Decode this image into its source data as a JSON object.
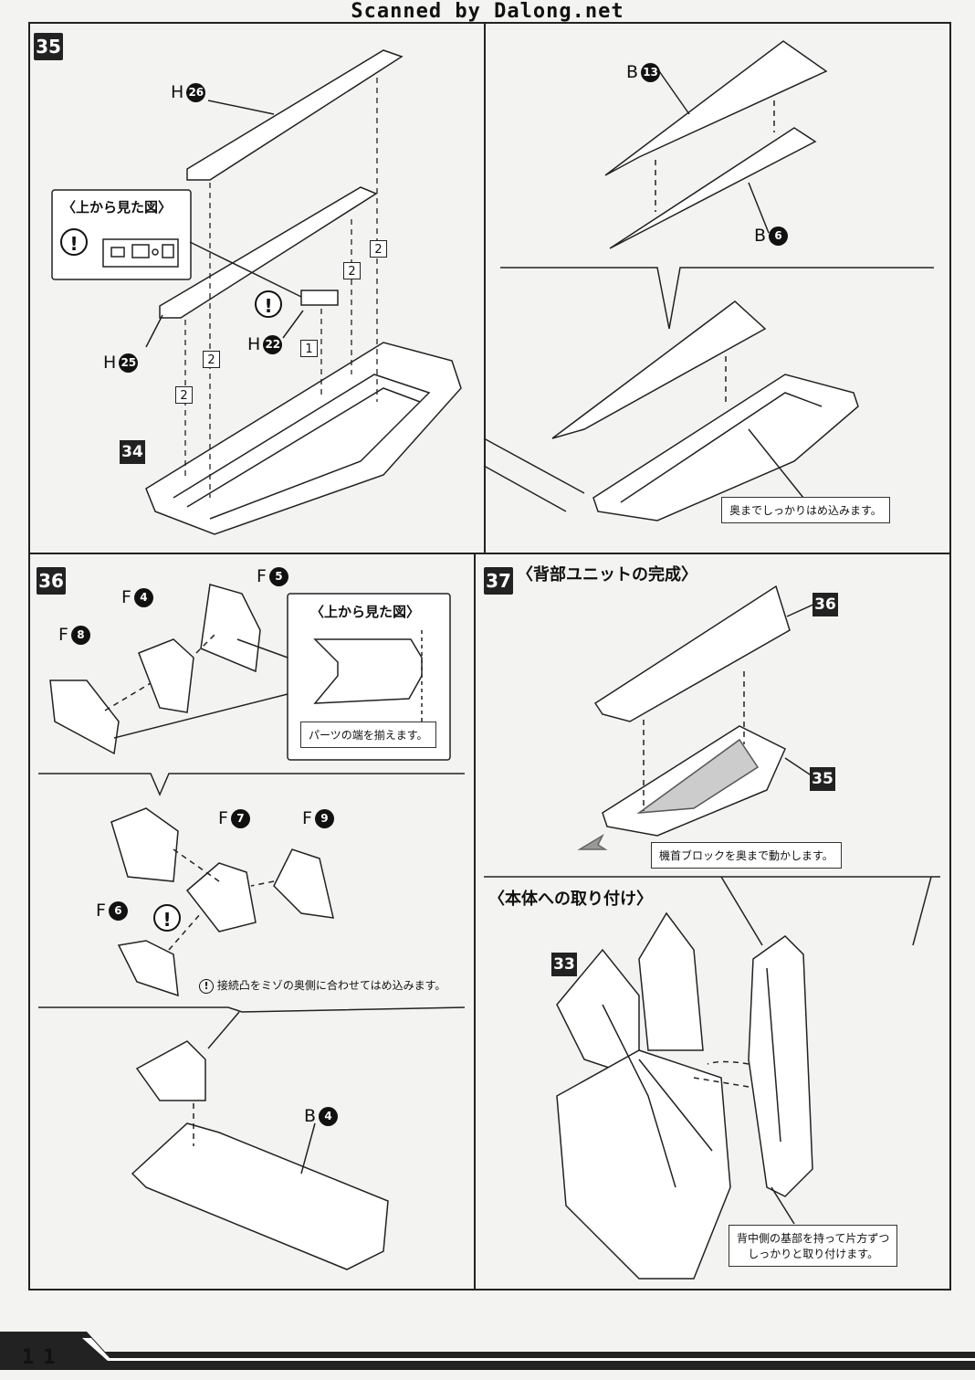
{
  "banner": "Scanned by Dalong.net",
  "page_number": "11",
  "step35": {
    "num": "35",
    "inset_title": "〈上から見た図〉",
    "ref": "34",
    "parts": {
      "h26": {
        "letter": "H",
        "num": "26"
      },
      "h25": {
        "letter": "H",
        "num": "25"
      },
      "h22": {
        "letter": "H",
        "num": "22"
      },
      "b13": {
        "letter": "B",
        "num": "13"
      },
      "b6": {
        "letter": "B",
        "num": "6"
      }
    },
    "order": [
      "1",
      "2"
    ],
    "note": "奥までしっかりはめ込みます。"
  },
  "step36": {
    "num": "36",
    "inset_title": "〈上から見た図〉",
    "inset_note": "パーツの端を揃えます。",
    "parts": {
      "f4": {
        "letter": "F",
        "num": "4"
      },
      "f5": {
        "letter": "F",
        "num": "5"
      },
      "f8": {
        "letter": "F",
        "num": "8"
      },
      "f7": {
        "letter": "F",
        "num": "7"
      },
      "f9": {
        "letter": "F",
        "num": "9"
      },
      "f6": {
        "letter": "F",
        "num": "6"
      },
      "b4": {
        "letter": "B",
        "num": "4"
      }
    },
    "note": "接続凸をミゾの奥側に合わせてはめ込みます。"
  },
  "step37": {
    "num": "37",
    "title": "〈背部ユニットの完成〉",
    "ref_a": "36",
    "ref_b": "35",
    "note_a": "機首ブロックを奥まで動かします。",
    "subtitle": "〈本体への取り付け〉",
    "ref_c": "33",
    "note_b_line1": "背中側の基部を持って片方ずつ",
    "note_b_line2": "しっかりと取り付けます。"
  },
  "icons": {
    "caution": "exclamation-circle-icon"
  }
}
